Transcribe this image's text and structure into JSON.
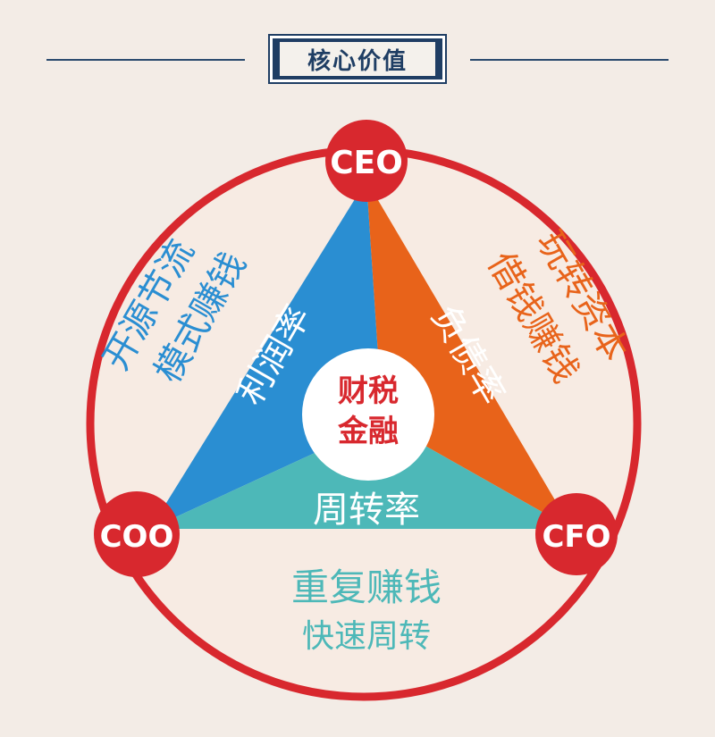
{
  "header": {
    "title": "核心价值"
  },
  "nodes": {
    "top": "CEO",
    "left": "COO",
    "right": "CFO"
  },
  "center": {
    "line1": "财税",
    "line2": "金融"
  },
  "segments": {
    "left": "利润率",
    "right": "负债率",
    "bottom": "周转率"
  },
  "outer_text": {
    "left": {
      "line1": "开源节流",
      "line2": "模式赚钱"
    },
    "right": {
      "line1": "玩转资本",
      "line2": "借钱赚钱"
    },
    "bottom": {
      "line1": "重复赚钱",
      "line2": "快速周转"
    }
  },
  "colors": {
    "ring": "#d8282e",
    "blue": "#2a8ed2",
    "orange": "#e8631a",
    "teal": "#4db8b8",
    "navy": "#1f3e64",
    "disc": "#f7ebe3"
  }
}
